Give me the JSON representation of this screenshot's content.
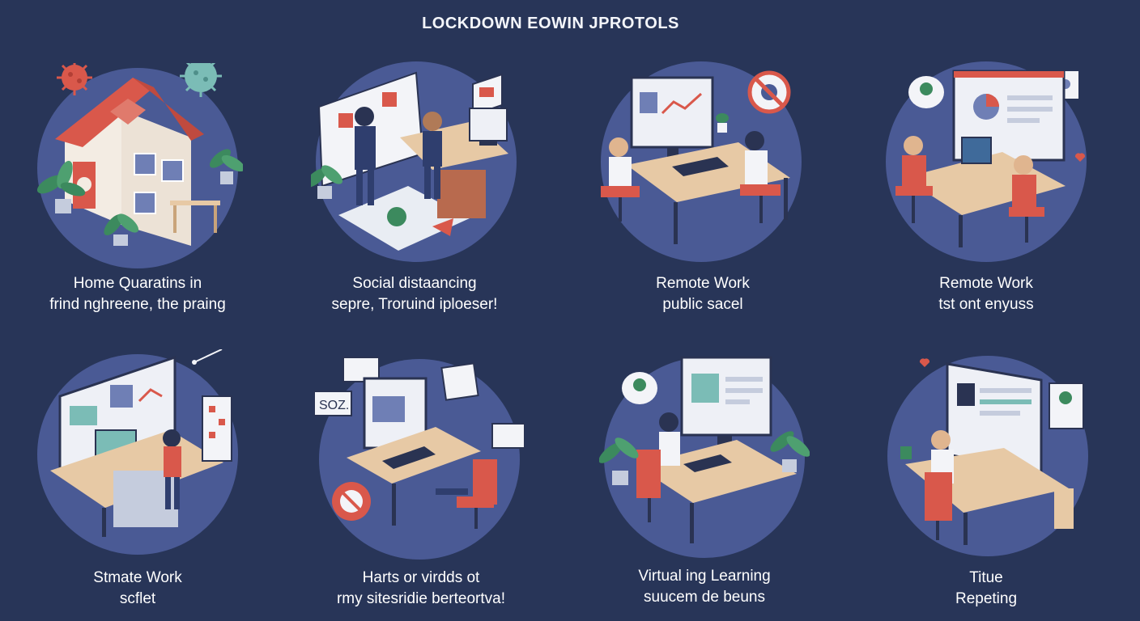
{
  "title": "LOCKDOWN EOWIN JPROTOLS",
  "colors": {
    "background": "#283558",
    "circle": "#4a5a95",
    "accent_red": "#d9584b",
    "accent_teal": "#7bbcb6",
    "wood": "#e7c9a5",
    "plant": "#3c8a5e"
  },
  "panels": [
    {
      "line1": "Home Quaratins in",
      "line2": "frind nghreene, the praing",
      "illustration": "house-icon"
    },
    {
      "line1": "Social distaancing",
      "line2": "sepre, Troruind iploeser!",
      "illustration": "office-icon"
    },
    {
      "line1": "Remote Work",
      "line2": "public sacel",
      "illustration": "desk-icon"
    },
    {
      "line1": "Remote Work",
      "line2": "tst ont enyuss",
      "illustration": "desk-icon"
    },
    {
      "line1": "Stmate Work",
      "line2": "scflet",
      "illustration": "workstation-icon"
    },
    {
      "line1": "Harts or virdds ot",
      "line2": "rmy sitesridie berteortva!",
      "illustration": "chat-desk-icon"
    },
    {
      "line1": "Virtual ing Learning",
      "line2": "suucem de beuns",
      "illustration": "learning-icon"
    },
    {
      "line1": "Titue",
      "line2": "Repeting",
      "illustration": "monitor-icon"
    }
  ]
}
